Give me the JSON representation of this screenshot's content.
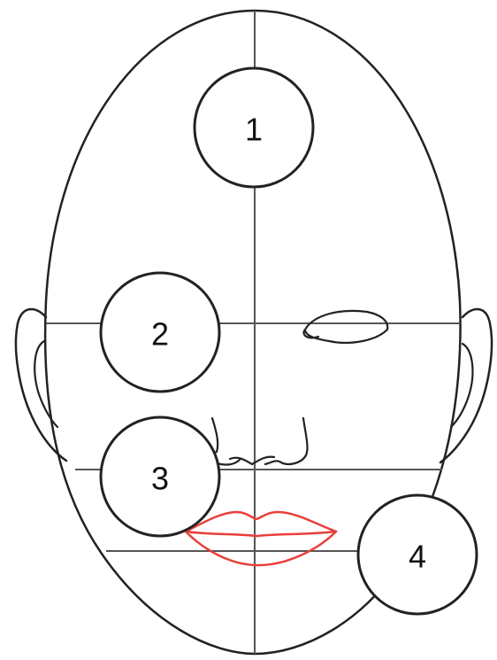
{
  "diagram": {
    "markers": [
      {
        "id": "1",
        "label": "1"
      },
      {
        "id": "2",
        "label": "2"
      },
      {
        "id": "3",
        "label": "3"
      },
      {
        "id": "4",
        "label": "4"
      }
    ],
    "colors": {
      "outline": "#222222",
      "guide_lines": "#555555",
      "lips": "#e8403a",
      "background": "#ffffff"
    }
  }
}
